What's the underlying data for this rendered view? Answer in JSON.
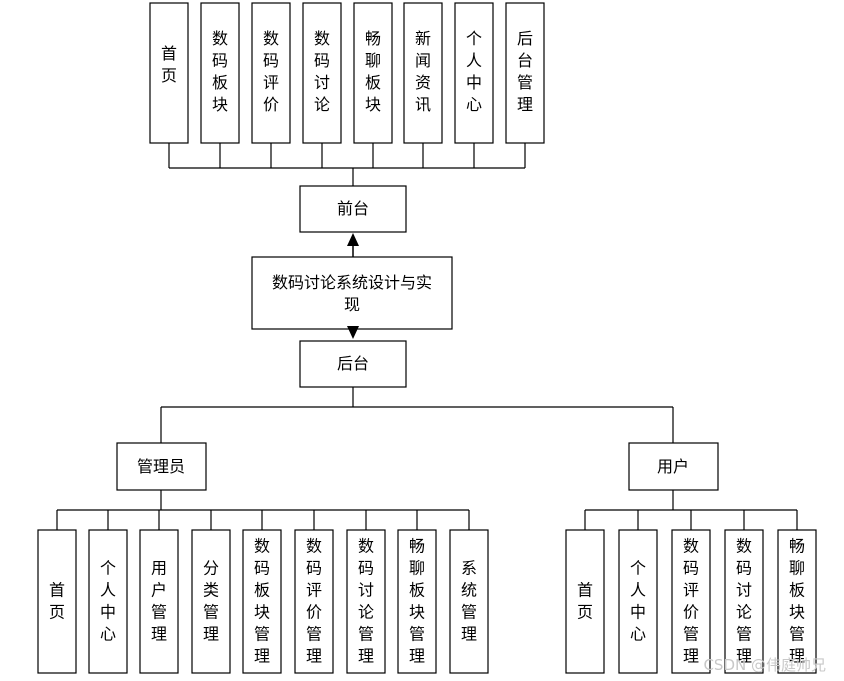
{
  "front": {
    "modules": [
      "首页",
      "数码板块",
      "数码评价",
      "数码讨论",
      "畅聊板块",
      "新闻资讯",
      "个人中心",
      "后台管理"
    ],
    "label": "前台"
  },
  "center": {
    "title_line1": "数码讨论系统设计与实",
    "title_line2": "现"
  },
  "back": {
    "label": "后台"
  },
  "admin": {
    "label": "管理员",
    "modules": [
      "首页",
      "个人中心",
      "用户管理",
      "分类管理",
      "数码板块管理",
      "数码评价管理",
      "数码讨论管理",
      "畅聊板块管理",
      "系统管理"
    ]
  },
  "user": {
    "label": "用户",
    "modules": [
      "首页",
      "个人中心",
      "数码评价管理",
      "数码讨论管理",
      "畅聊板块管理"
    ]
  },
  "watermark": "CSDN @伟庭帅兄"
}
